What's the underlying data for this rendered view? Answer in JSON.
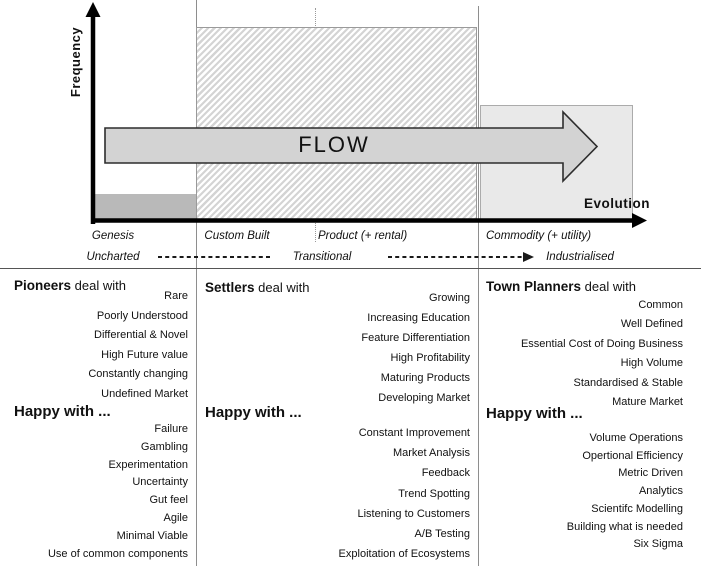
{
  "axes": {
    "frequency_label": "Frequency",
    "evolution_label": "Evolution",
    "flow_label": "FLOW",
    "stage_labels": [
      "Genesis",
      "Custom Built",
      "Product (+ rental)",
      "Commodity (+ utility)"
    ],
    "phase_labels": [
      "Uncharted",
      "Transitional",
      "Industrialised"
    ]
  },
  "columns": [
    {
      "name": "Pioneers",
      "deal_suffix": " deal with",
      "deal_with": [
        "Rare",
        "Poorly Understood",
        "Differential & Novel",
        "High Future value",
        "Constantly changing",
        "Undefined Market"
      ],
      "happy_label": "Happy with ...",
      "happy_with": [
        "Failure",
        "Gambling",
        "Experimentation",
        "Uncertainty",
        "Gut feel",
        "Agile",
        "Minimal Viable",
        "Use of common components"
      ]
    },
    {
      "name": "Settlers",
      "deal_suffix": " deal with",
      "deal_with": [
        "Growing",
        "Increasing Education",
        "Feature Differentiation",
        "High Profitability",
        "Maturing Products",
        "Developing Market"
      ],
      "happy_label": "Happy with ...",
      "happy_with": [
        "Constant Improvement",
        "Market Analysis",
        "Feedback",
        "Trend Spotting",
        "Listening to Customers",
        "A/B Testing",
        "Exploitation of Ecosystems"
      ]
    },
    {
      "name": "Town Planners",
      "deal_suffix": " deal with",
      "deal_with": [
        "Common",
        "Well Defined",
        "Essential Cost of Doing Business",
        "High Volume",
        "Standardised & Stable",
        "Mature Market"
      ],
      "happy_label": "Happy with ...",
      "happy_with": [
        "Volume Operations",
        "Opertional Efficiency",
        "Metric Driven",
        "Analytics",
        "Scientifc Modelling",
        "Building what is needed",
        "Six Sigma"
      ]
    }
  ],
  "colors": {
    "flow_fill": "#d3d3d3",
    "flow_stroke": "#2d2d2d",
    "hatch_stripe": "#d4d4d4",
    "commodity_fill": "#e9e9e9",
    "genesis_fill": "#b9b9b9",
    "divider_gray": "#8e8e8e",
    "axis_black": "#000000"
  }
}
